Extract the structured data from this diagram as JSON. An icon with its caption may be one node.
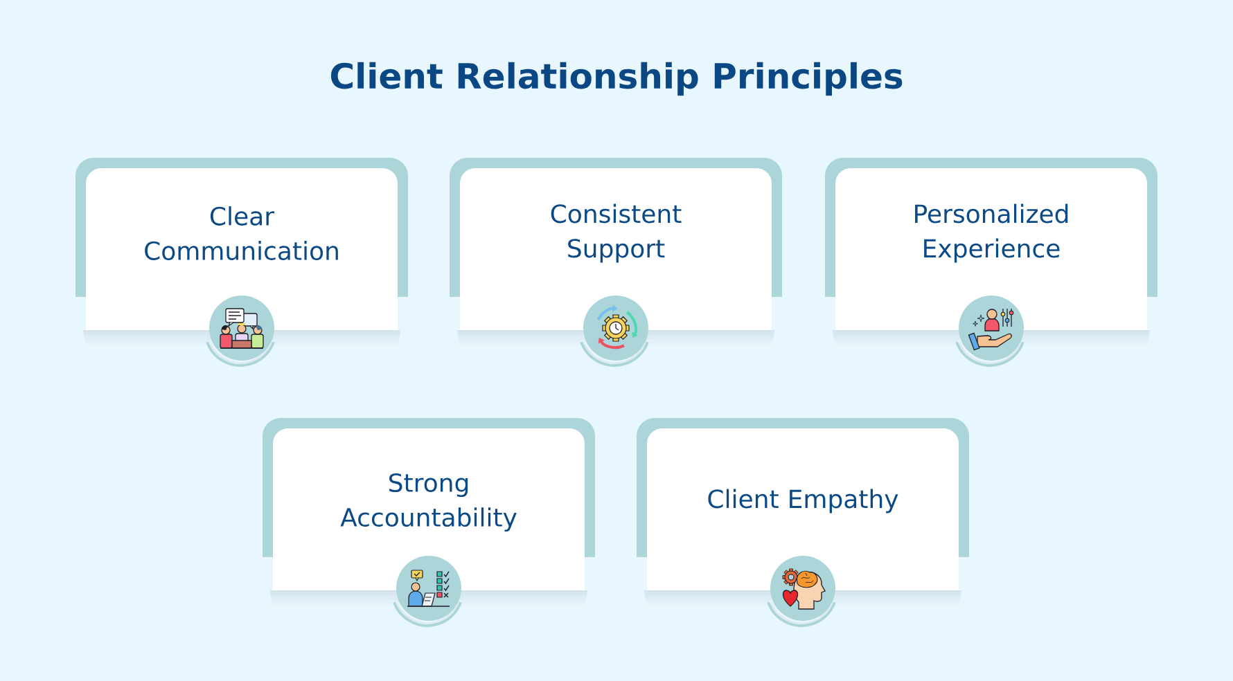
{
  "diagram": {
    "title": "Client Relationship Principles",
    "nodes": [
      {
        "text": [
          "Clear Communication"
        ]
      },
      {
        "text": [
          "Consistent Support"
        ]
      },
      {
        "text": [
          "Personalized Experience"
        ]
      },
      {
        "text": [
          "Strong Accountability"
        ]
      },
      {
        "text": [
          "Client Empathy"
        ]
      }
    ]
  }
}
